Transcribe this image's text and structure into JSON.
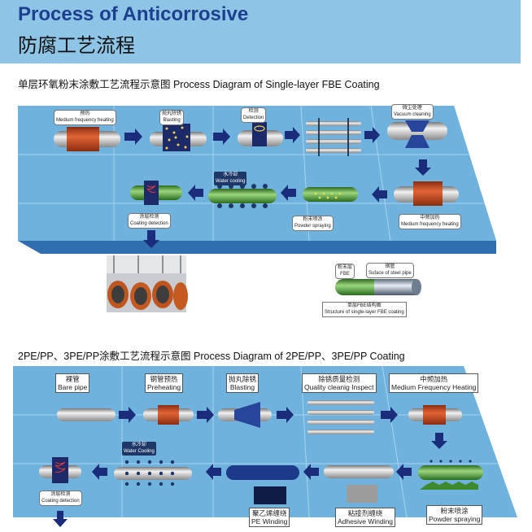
{
  "header": {
    "title_en": "Process of Anticorrosive",
    "title_cn": "防腐工艺流程"
  },
  "fbe": {
    "section_title": "单层环氧粉末涂敷工艺流程示意图  Process Diagram of Single-layer FBE Coating",
    "steps": {
      "preheat": {
        "cn": "预热",
        "en": "Medium frequency heating"
      },
      "blasting": {
        "cn": "抛丸除锈",
        "en": "Blasting"
      },
      "detection": {
        "cn": "检测",
        "en": "Detection"
      },
      "vacuum": {
        "cn": "微尘处理",
        "en": "Vacuum cleaning"
      },
      "medium": {
        "cn": "中频加热",
        "en": "Medium frequency heating"
      },
      "powder": {
        "cn": "粉末喷涂",
        "en": "Powder spraying"
      },
      "water": {
        "cn": "水冷却",
        "en": "Water cooling"
      },
      "coating": {
        "cn": "涂层检测",
        "en": "Coating detection"
      }
    },
    "structure": {
      "fbe_cn": "粉末层",
      "fbe_en": "FBE",
      "steel_cn": "钢管",
      "steel_en": "Suface of steel pipe",
      "caption_cn": "单层FBE结构图",
      "caption_en": "Structure of single-layer FBE coating"
    }
  },
  "pe": {
    "section_title": "2PE/PP、3PE/PP涂敷工艺流程示意图  Process Diagram of 2PE/PP、3PE/PP Coating",
    "steps": {
      "bare": {
        "cn": "裸管",
        "en": "Bare pipe"
      },
      "preheat": {
        "cn": "钢管预热",
        "en": "Preheating"
      },
      "blasting": {
        "cn": "抛丸除锈",
        "en": "Blasting"
      },
      "inspect": {
        "cn": "除锈质量检测",
        "en": "Quality cleanig Inspect"
      },
      "medium": {
        "cn": "中频加热",
        "en": "Medium Frequency Heating"
      },
      "powder": {
        "cn": "粉末喷涂",
        "en": "Powder spraying"
      },
      "adhesive": {
        "cn": "粘接剂缠绕",
        "en": "Adhesive Winding"
      },
      "pewinding": {
        "cn": "聚乙烯缠绕",
        "en": "PE Winding"
      },
      "water": {
        "cn": "水冷却",
        "en": "Water Cooling"
      },
      "coating": {
        "cn": "涂层检测",
        "en": "Coating detection"
      }
    }
  },
  "colors": {
    "header_bg": "#8ec4e6",
    "title_blue": "#1d3f8f",
    "floor_top": "#6fb2de",
    "floor_side": "#2f6fb0",
    "arrow": "#1a2c7a",
    "heater": "#c84a22",
    "green": "#3d8a2e"
  }
}
